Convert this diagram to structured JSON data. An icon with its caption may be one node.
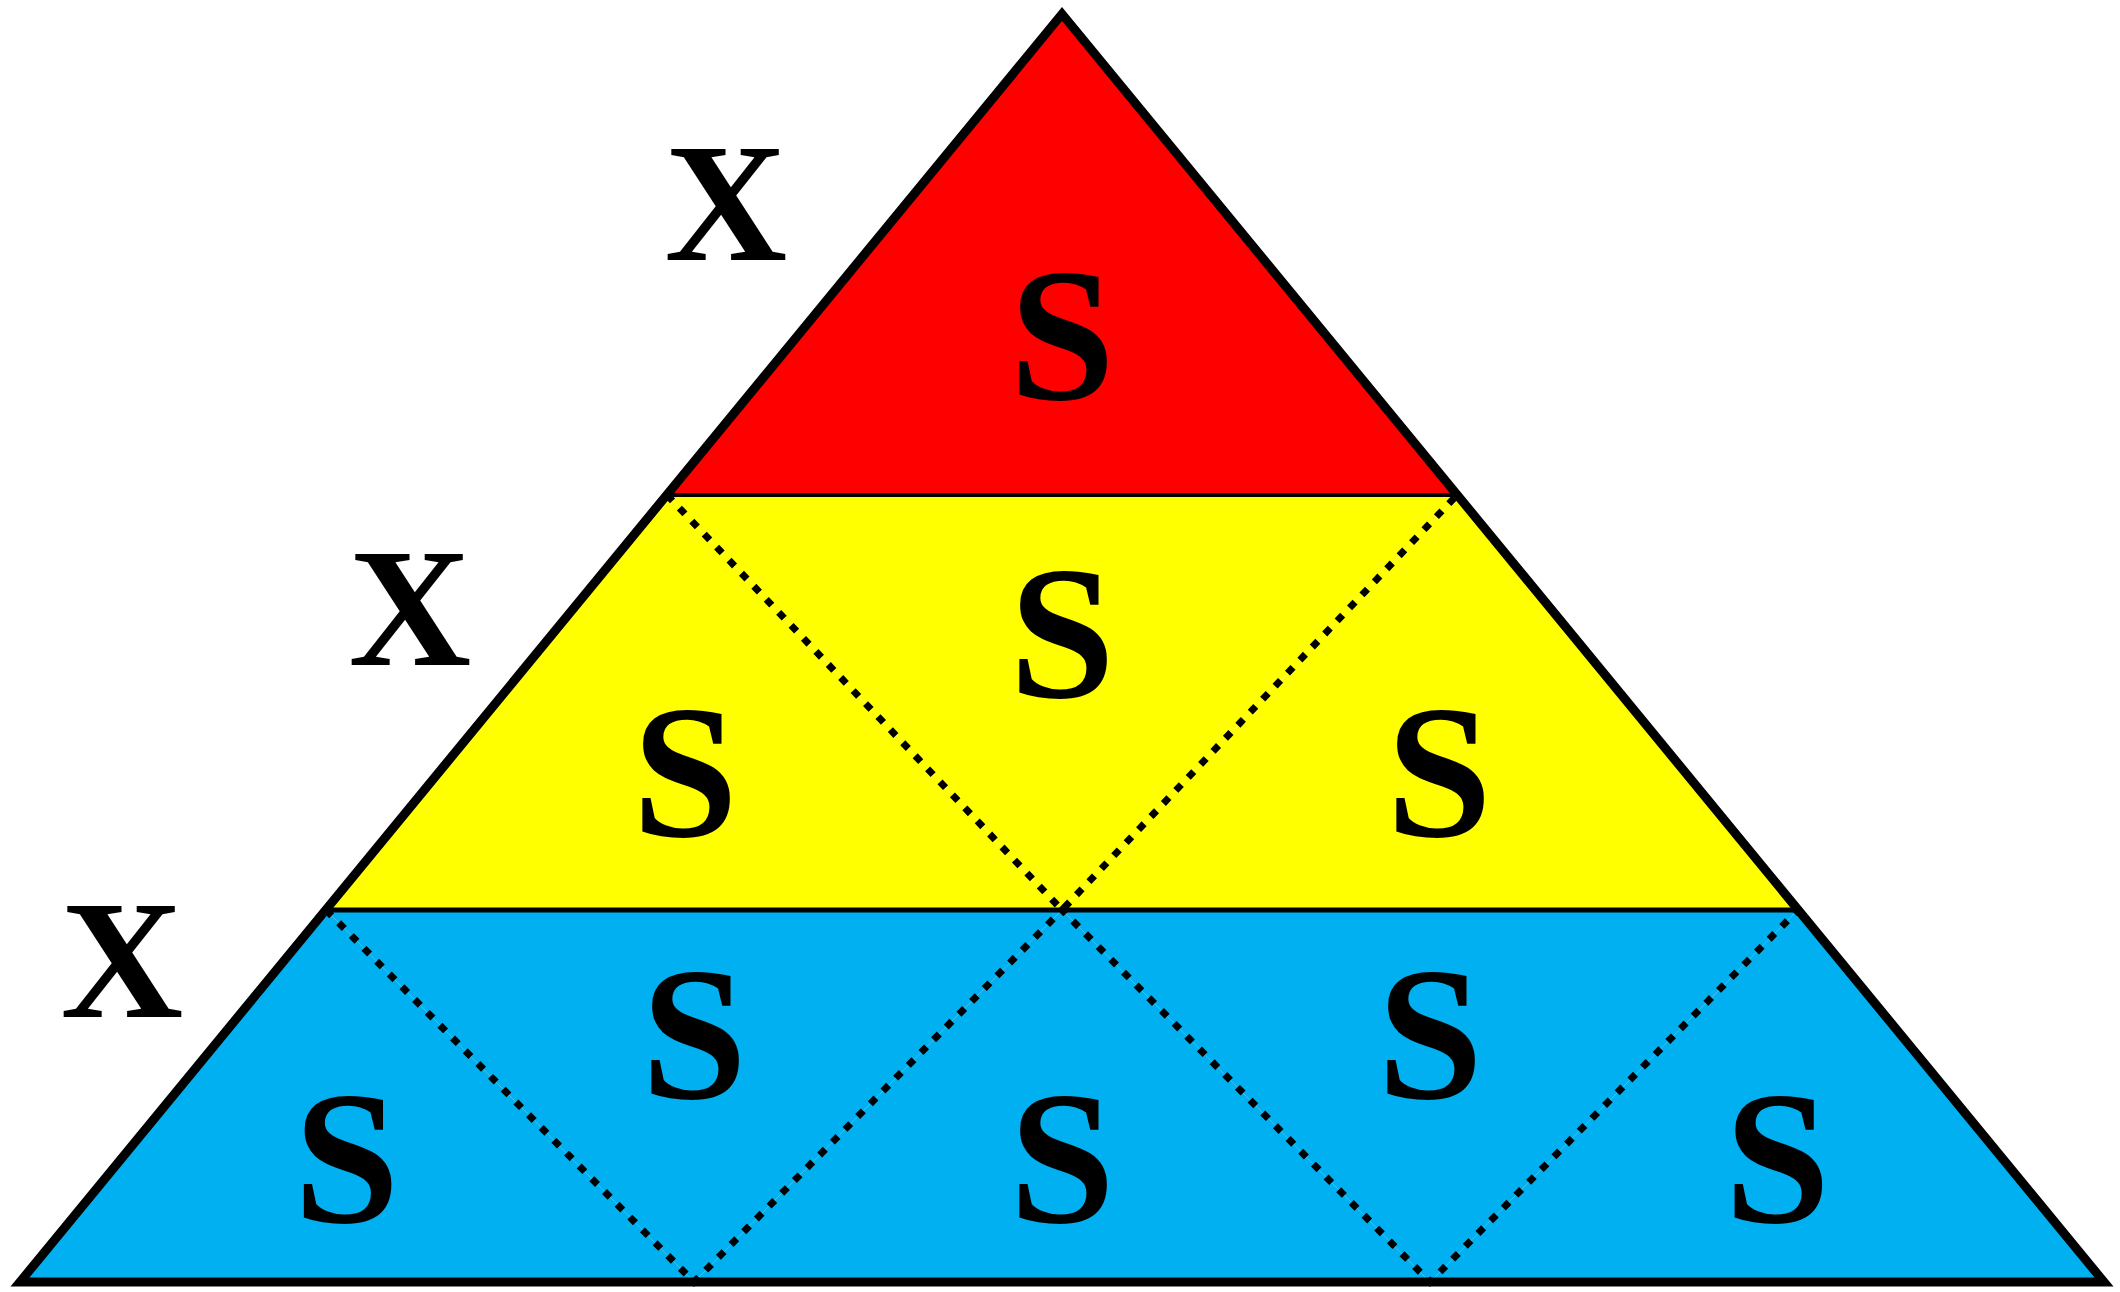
{
  "diagram": {
    "nodes": [
      {
        "text": [
          "S"
        ]
      },
      {
        "text": [
          "S"
        ]
      },
      {
        "text": [
          "S"
        ]
      },
      {
        "text": [
          "S"
        ]
      },
      {
        "text": [
          "S"
        ]
      },
      {
        "text": [
          "S"
        ]
      },
      {
        "text": [
          "S"
        ]
      },
      {
        "text": [
          "S"
        ]
      },
      {
        "text": [
          "S"
        ]
      }
    ],
    "labels": [
      "X",
      "X",
      "X"
    ]
  }
}
